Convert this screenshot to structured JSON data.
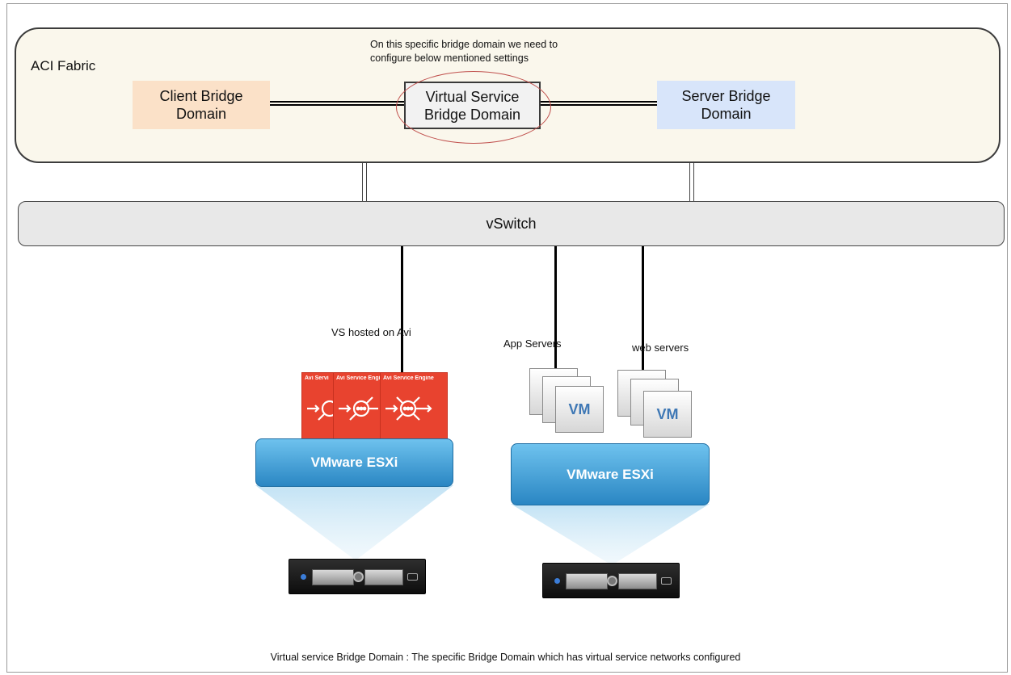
{
  "fabric": {
    "label": "ACI Fabric"
  },
  "note": {
    "line1": "On this specific bridge domain we need to",
    "line2": "configure below mentioned settings"
  },
  "bridge_domains": {
    "client": {
      "line1": "Client Bridge",
      "line2": "Domain"
    },
    "virtual_service": {
      "line1": "Virtual Service",
      "line2": "Bridge Domain"
    },
    "server": {
      "line1": "Server Bridge",
      "line2": "Domain"
    }
  },
  "vswitch": {
    "label": "vSwitch"
  },
  "hosts": {
    "avi_label": "VS hosted on Avi",
    "avi_engines": [
      "Avi Servi",
      "Avi Service Engi",
      "Avi Service Engine"
    ],
    "app_servers_label": "App Servers",
    "web_servers_label": "web servers",
    "vm_label": "VM",
    "esxi_left": "VMware ESXi",
    "esxi_right": "VMware ESXi"
  },
  "footer": {
    "text": "Virtual service Bridge Domain : The specific Bridge Domain which has virtual service networks configured"
  },
  "colors": {
    "client_bd": "#fbe1c8",
    "server_bd": "#d8e5fa",
    "avi_red": "#e8432f",
    "esxi_blue": "#2a86c3",
    "highlight_ellipse": "#c0504d"
  }
}
